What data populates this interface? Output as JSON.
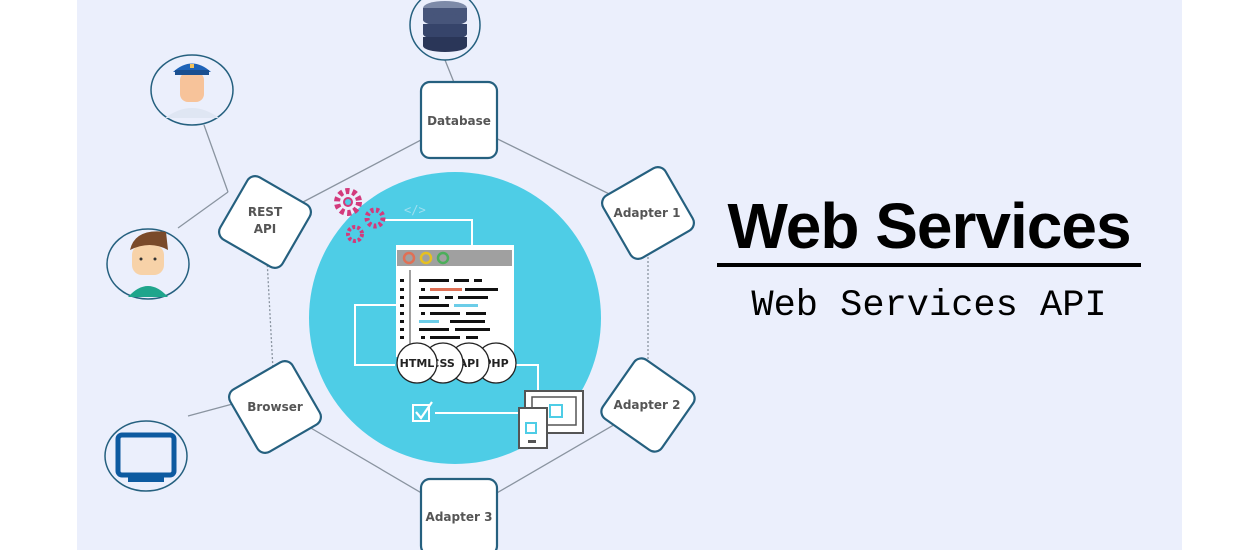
{
  "title": "Web Services",
  "subtitle": "Web Services API",
  "nodes": {
    "database": "Database",
    "adapter1": "Adapter 1",
    "adapter2": "Adapter 2",
    "adapter3": "Adapter 3",
    "browser": "Browser",
    "rest_line1": "REST",
    "rest_line2": "API"
  },
  "chips": [
    "HTML",
    "CSS",
    "API",
    "PHP"
  ],
  "colors": {
    "hub": "#4ecde6",
    "node_border": "#25607f",
    "gear": "#d33a7c",
    "panel": "#ebeffc"
  }
}
